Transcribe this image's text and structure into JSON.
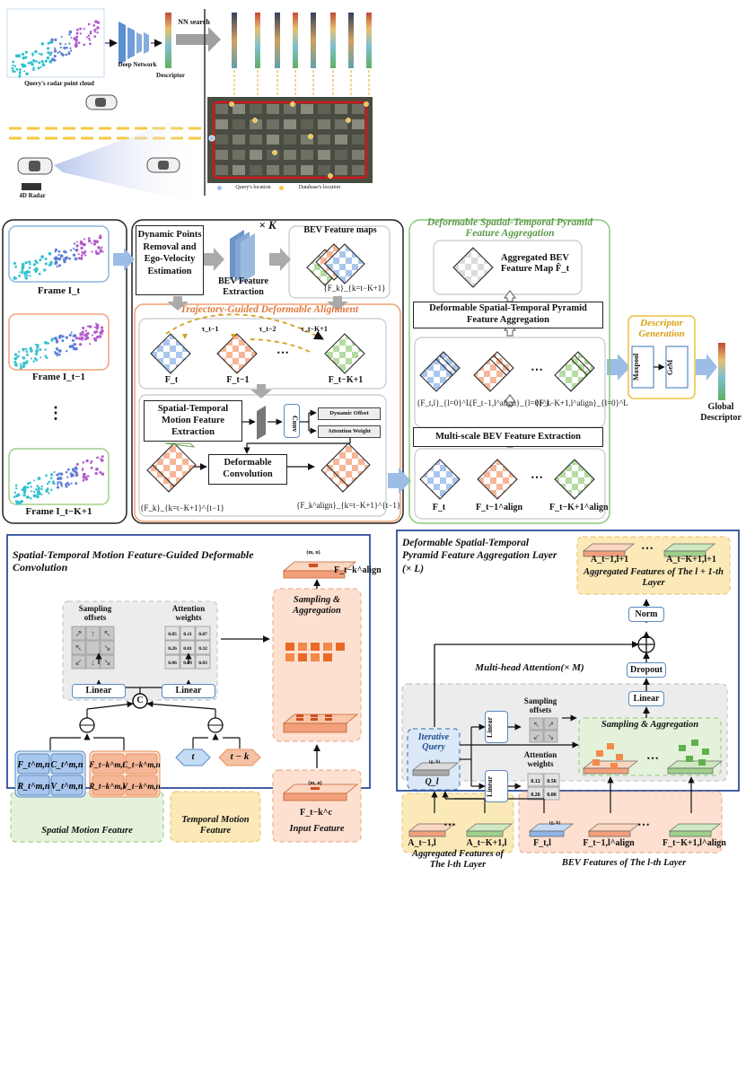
{
  "top": {
    "nn_search": "NN search",
    "query_caption": "Query's radar point cloud",
    "deep_network": "Deep Network",
    "descriptor": "Descriptor",
    "radar_label": "4D Radar",
    "legend_query": "Query's location",
    "legend_database": "Database's location"
  },
  "pipeline": {
    "frame_t": "Frame I_t",
    "frame_t1": "Frame I_t−1",
    "frame_tk": "Frame I_t−K+1",
    "dots": "⋮",
    "dynamic_box": "Dynamic Points Removal and Ego-Velocity Estimation",
    "times_k": "× K",
    "bev_extract": "BEV Feature Extraction",
    "bev_maps": "BEV Feature maps",
    "fk_set": "{F_k}_{k=t−K+1}",
    "tgda_title": "Trajectory-Guided Deformable Alignment",
    "tau1": "τ_t−1",
    "tau2": "τ_t−2",
    "tauk": "τ_t−K+1",
    "ft": "F_t",
    "ft1": "F_t−1",
    "ftk": "F_t−K+1",
    "stmfe": "Spatial-Temporal Motion Feature Extraction",
    "conv": "Conv",
    "dyn_offset": "Dynamic Offset",
    "attn_weight": "Attention Weight",
    "deform_conv": "Deformable Convolution",
    "fk_set2": "{F_k}_{k=t−K+1}^{t−1}",
    "fk_align_set": "{F_k^align}_{k=t−K+1}^{t−1}",
    "dstpfa_title": "Deformable Spatial-Temporal Pyramid Feature Aggregation",
    "agg_map": "Aggregated BEV Feature Map F̂_t",
    "dstpfa_box": "Deformable Spatial-Temporal Pyramid Feature Aggregation",
    "ftl": "{F_t,l}_{l=0}^L",
    "ft1l": "{F_t−1,l^align}_{l=0}^L",
    "ftkl": "{F_t−K+1,l^align}_{l=0}^L",
    "ellipsis": "⋯",
    "multiscale": "Multi-scale BEV Feature Extraction",
    "ft_b": "F_t",
    "ft1_align": "F_t−1^align",
    "ftk_align": "F_t−K+1^align",
    "desc_gen": "Descriptor Generation",
    "maxpool": "Maxpool",
    "gem": "GeM",
    "global_desc": "Global Descriptor"
  },
  "left_detail": {
    "title": "Spatial-Temporal Motion Feature-Guided Deformable Convolution",
    "sampling_offsets": "Sampling offsets",
    "attention_weights": "Attention weights",
    "weights": [
      "0.05",
      "0.11",
      "0.07",
      "0.26",
      "0.01",
      "0.32",
      "0.06",
      "0.09",
      "0.03"
    ],
    "linear": "Linear",
    "concat": "C",
    "sampling_agg": "Sampling & Aggregation",
    "f_align": "F_t−k^align",
    "mn": "(m, n)",
    "spatial_motion": "Spatial Motion Feature",
    "temporal_motion": "Temporal Motion Feature",
    "input_feature": "Input Feature",
    "f_input": "F_t−k^c",
    "t": "t",
    "tk": "t − k",
    "cells_blue": [
      "F_t^m,n",
      "C_t^m,n",
      "R_t^m,n",
      "V_t^m,n"
    ],
    "cells_orange": [
      "F_t−k^m,n",
      "C_t−k^m,n",
      "R_t−k^m,n",
      "V_t−k^m,n"
    ]
  },
  "right_detail": {
    "title": "Deformable Spatial-Temporal Pyramid Feature Aggregation Layer (× L)",
    "mha": "Multi-head Attention(× M)",
    "norm": "Norm",
    "dropout": "Dropout",
    "linear": "Linear",
    "iter_query": "Iterative Query",
    "ql": "Q_l",
    "gh": "(g, h)",
    "sampling_offsets": "Sampling offsets",
    "attention_weights": "Attention weights",
    "weights": [
      "0.12",
      "0.56",
      "0.26",
      "0.06"
    ],
    "sampling_agg": "Sampling & Aggregation",
    "a_out1": "A_t−1,l+1",
    "a_outk": "A_t−K+1,l+1",
    "agg_out": "Aggregated Features of The l + 1-th Layer",
    "a_in1": "A_t−1,l",
    "a_ink": "A_t−K+1,l",
    "agg_in": "Aggregated Features of The l-th Layer",
    "ftl": "F_t,l",
    "ft1l": "F_t−1,l^align",
    "ftkl": "F_t−K+1,l^align",
    "bev_l": "BEV Features of The l-th Layer"
  },
  "colors": {
    "blue": "#8fb4e3",
    "orange": "#f4a27a",
    "green": "#9fd08a",
    "grey_panel": "#ececec",
    "yellow": "#fbe9b8",
    "frame_blue": "#2d4f9a"
  }
}
